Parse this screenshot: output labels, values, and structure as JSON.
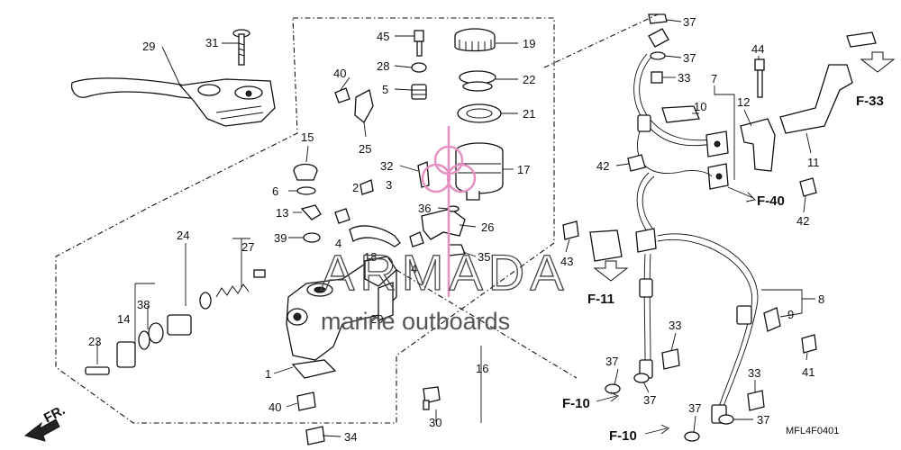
{
  "diagram": {
    "code": "MFL4F0401",
    "direction_label": "FR.",
    "refs": {
      "f33": "F-33",
      "f40": "F-40",
      "f11": "F-11",
      "f10a": "F-10",
      "f10b": "F-10"
    },
    "watermark": {
      "brand": "ARMADA",
      "tagline": "marine outboards",
      "color": "#e58fc2"
    },
    "callouts": {
      "c29": "29",
      "c31": "31",
      "c40a": "40",
      "c25": "25",
      "c45": "45",
      "c28": "28",
      "c5": "5",
      "c19": "19",
      "c22": "22",
      "c21": "21",
      "c17": "17",
      "c15": "15",
      "c6": "6",
      "c32": "32",
      "c2": "2",
      "c3": "3",
      "c13": "13",
      "c39": "39",
      "c4a": "4",
      "c18": "18",
      "c4b": "4",
      "c36": "36",
      "c26": "26",
      "c35": "35",
      "c24": "24",
      "c27": "27",
      "c38": "38",
      "c14": "14",
      "c23": "23",
      "c20": "20",
      "c1": "1",
      "c16": "16",
      "c40b": "40",
      "c34": "34",
      "c30": "30",
      "c37a": "37",
      "c37b": "37",
      "c33a": "33",
      "c7": "7",
      "c10": "10",
      "c44": "44",
      "c12": "12",
      "c42a": "42",
      "c11": "11",
      "c42b": "42",
      "c43": "43",
      "c8": "8",
      "c9": "9",
      "c33b": "33",
      "c37c": "37",
      "c37d": "37",
      "c41": "41",
      "c33c": "33",
      "c37e": "37",
      "c37f": "37"
    }
  }
}
